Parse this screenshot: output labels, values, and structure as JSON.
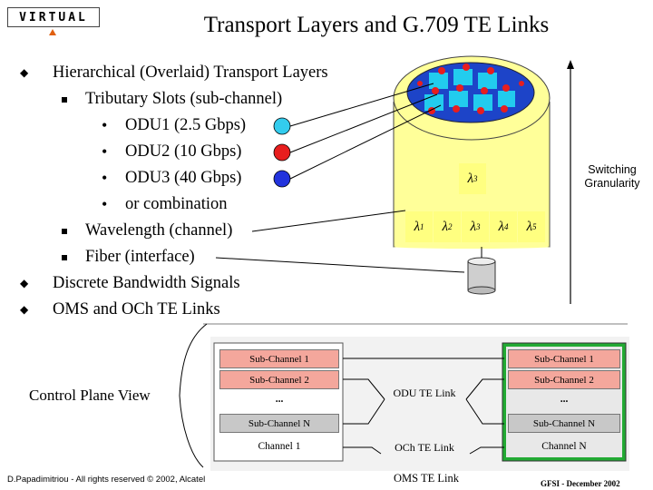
{
  "header": {
    "logo_text": "VIRTUAL",
    "title": "Transport Layers and G.709 TE Links"
  },
  "bullets": [
    {
      "level": 1,
      "text": "Hierarchical (Overlaid) Transport Layers"
    },
    {
      "level": 2,
      "text": "Tributary Slots (sub-channel)"
    },
    {
      "level": 3,
      "text": "ODU1 (2.5 Gbps)",
      "color": "#33ccee"
    },
    {
      "level": 3,
      "text": "ODU2 (10 Gbps)",
      "color": "#e81e1e"
    },
    {
      "level": 3,
      "text": "ODU3 (40 Gbps)",
      "color": "#2233dd"
    },
    {
      "level": 3,
      "text": "or combination"
    },
    {
      "level": 2,
      "text": "Wavelength (channel)"
    },
    {
      "level": 2,
      "text": "Fiber (interface)"
    },
    {
      "level": 1,
      "text": "Discrete Bandwidth Signals"
    },
    {
      "level": 1,
      "text": "OMS and OCh TE Links"
    }
  ],
  "diagram": {
    "lambda_symbol": "λ",
    "lambda_top_index": "3",
    "lambdas": [
      "1",
      "2",
      "3",
      "4",
      "5"
    ],
    "switching_label_line1": "Switching",
    "switching_label_line2": "Granularity",
    "control_plane_label": "Control Plane View",
    "left_panel": {
      "sub1": "Sub-Channel 1",
      "sub2": "Sub-Channel 2",
      "dots": "...",
      "subN": "Sub-Channel N",
      "channel": "Channel 1"
    },
    "right_panel": {
      "sub1": "Sub-Channel 1",
      "sub2": "Sub-Channel 2",
      "dots": "...",
      "subN": "Sub-Channel N",
      "channel": "Channel N"
    },
    "odu_link": "ODU TE Link",
    "och_link": "OCh TE Link",
    "oms_link": "OMS TE Link"
  },
  "footer": {
    "left": "D.Papadimitriou - All rights reserved © 2002, Alcatel",
    "right": "GFSI - December 2002"
  },
  "colors": {
    "odu1": "#33ccee",
    "odu2": "#e81e1e",
    "odu3": "#2233dd",
    "cylinder": "#ffff99",
    "panel_green": "#22aa33",
    "sub_red": "#f4a79c"
  }
}
